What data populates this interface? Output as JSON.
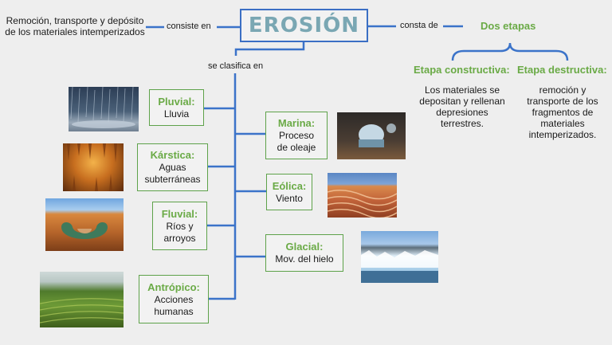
{
  "title": "EROSIÓN",
  "definition": {
    "line1": "Remoción, transporte y depósito",
    "line2": "de los materiales intemperizados"
  },
  "connectors": {
    "consiste": "consiste en",
    "consta": "consta de",
    "clasifica": "se clasifica en"
  },
  "etapas": {
    "header": "Dos etapas",
    "constructiva": {
      "title": "Etapa constructiva:",
      "lines": [
        "Los materiales se",
        "depositan y rellenan",
        "depresiones",
        "terrestres."
      ]
    },
    "destructiva": {
      "title": "Etapa destructiva:",
      "lines": [
        "remoción y",
        "transporte de los",
        "fragmentos de",
        "materiales",
        "intemperizados."
      ]
    }
  },
  "types_left": [
    {
      "title": "Pluvial:",
      "lines": [
        "Lluvia"
      ]
    },
    {
      "title": "Kárstica:",
      "lines": [
        "Aguas",
        "subterráneas"
      ]
    },
    {
      "title": "Fluvial:",
      "lines": [
        "Ríos y",
        "arroyos"
      ]
    },
    {
      "title": "Antrópico:",
      "lines": [
        "Acciones",
        "humanas"
      ]
    }
  ],
  "types_right": [
    {
      "title": "Marina:",
      "lines": [
        "Proceso",
        "de oleaje"
      ]
    },
    {
      "title": "Eólica:",
      "lines": [
        "Viento"
      ]
    },
    {
      "title": "Glacial:",
      "lines": [
        "Mov. del hielo"
      ]
    }
  ],
  "colors": {
    "connector": "#3b73c9",
    "green": "#6aaa46",
    "title": "#7aa7b3"
  },
  "images": [
    "rain-photo",
    "cave-photo",
    "river-canyon-photo",
    "terraces-photo",
    "sea-arch-photo",
    "sandstone-waves-photo",
    "glacier-photo"
  ]
}
